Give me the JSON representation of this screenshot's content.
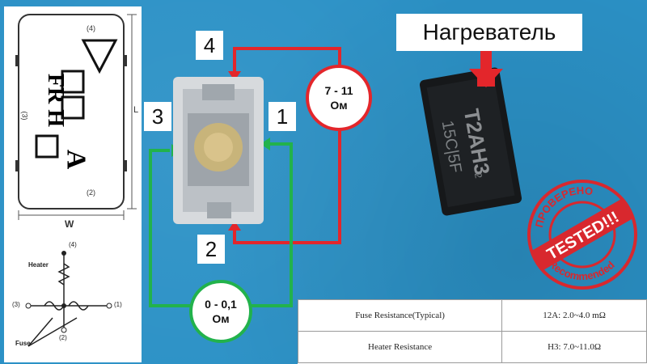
{
  "drawing": {
    "pin_labels": [
      "(4)",
      "(3)",
      "(2)",
      "L",
      "W"
    ],
    "marking_line1": "FR H",
    "marking_line2": "A",
    "schematic": {
      "heater_label": "Heater",
      "fuse_label": "Fuse",
      "pins": [
        "(4)",
        "(3)",
        "(1)",
        "(2)"
      ]
    }
  },
  "photo": {
    "pin_numbers": [
      "4",
      "3",
      "1",
      "2"
    ],
    "heater_resistance": {
      "value": "7 - 11",
      "unit": "Ом"
    },
    "fuse_resistance": {
      "value": "0 - 0,1",
      "unit": "Ом"
    },
    "component_marking": [
      "T2AH3",
      "15C|5F",
      "2"
    ],
    "heater_caption": "Нагреватель"
  },
  "stamp": {
    "center_text": "TESTED!!!",
    "ring_top": "ПРОВЕРЕНО",
    "ring_bottom": "Recommended"
  },
  "spec_table": {
    "rows": [
      {
        "label": "Fuse Resistance(Typical)",
        "value": "12A: 2.0~4.0 mΩ"
      },
      {
        "label": "Heater Resistance",
        "value": "H3: 7.0~11.0Ω"
      }
    ]
  },
  "colors": {
    "background": "#2b91c6",
    "red_wire": "#e3262b",
    "green_wire": "#22b24c",
    "stamp_red": "#d8282e"
  }
}
